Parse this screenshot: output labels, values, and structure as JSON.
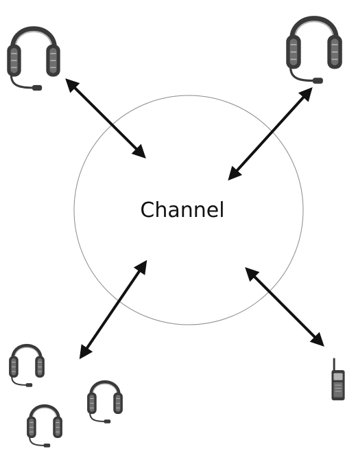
{
  "channel": {
    "label": "Channel"
  },
  "colors": {
    "circle_stroke": "#8a8a8a",
    "arrow": "#111111",
    "device_dark": "#3a3a3a",
    "device_mid": "#6e6e6e",
    "device_light": "#b5b5b5"
  },
  "endpoints": [
    {
      "id": "headset-top-left",
      "icon": "headset-icon",
      "count": 1
    },
    {
      "id": "headset-top-right",
      "icon": "headset-icon",
      "count": 1
    },
    {
      "id": "headset-group-bottom-left",
      "icon": "headset-icon",
      "count": 3
    },
    {
      "id": "radio-bottom-right",
      "icon": "walkie-talkie-icon",
      "count": 1
    }
  ]
}
